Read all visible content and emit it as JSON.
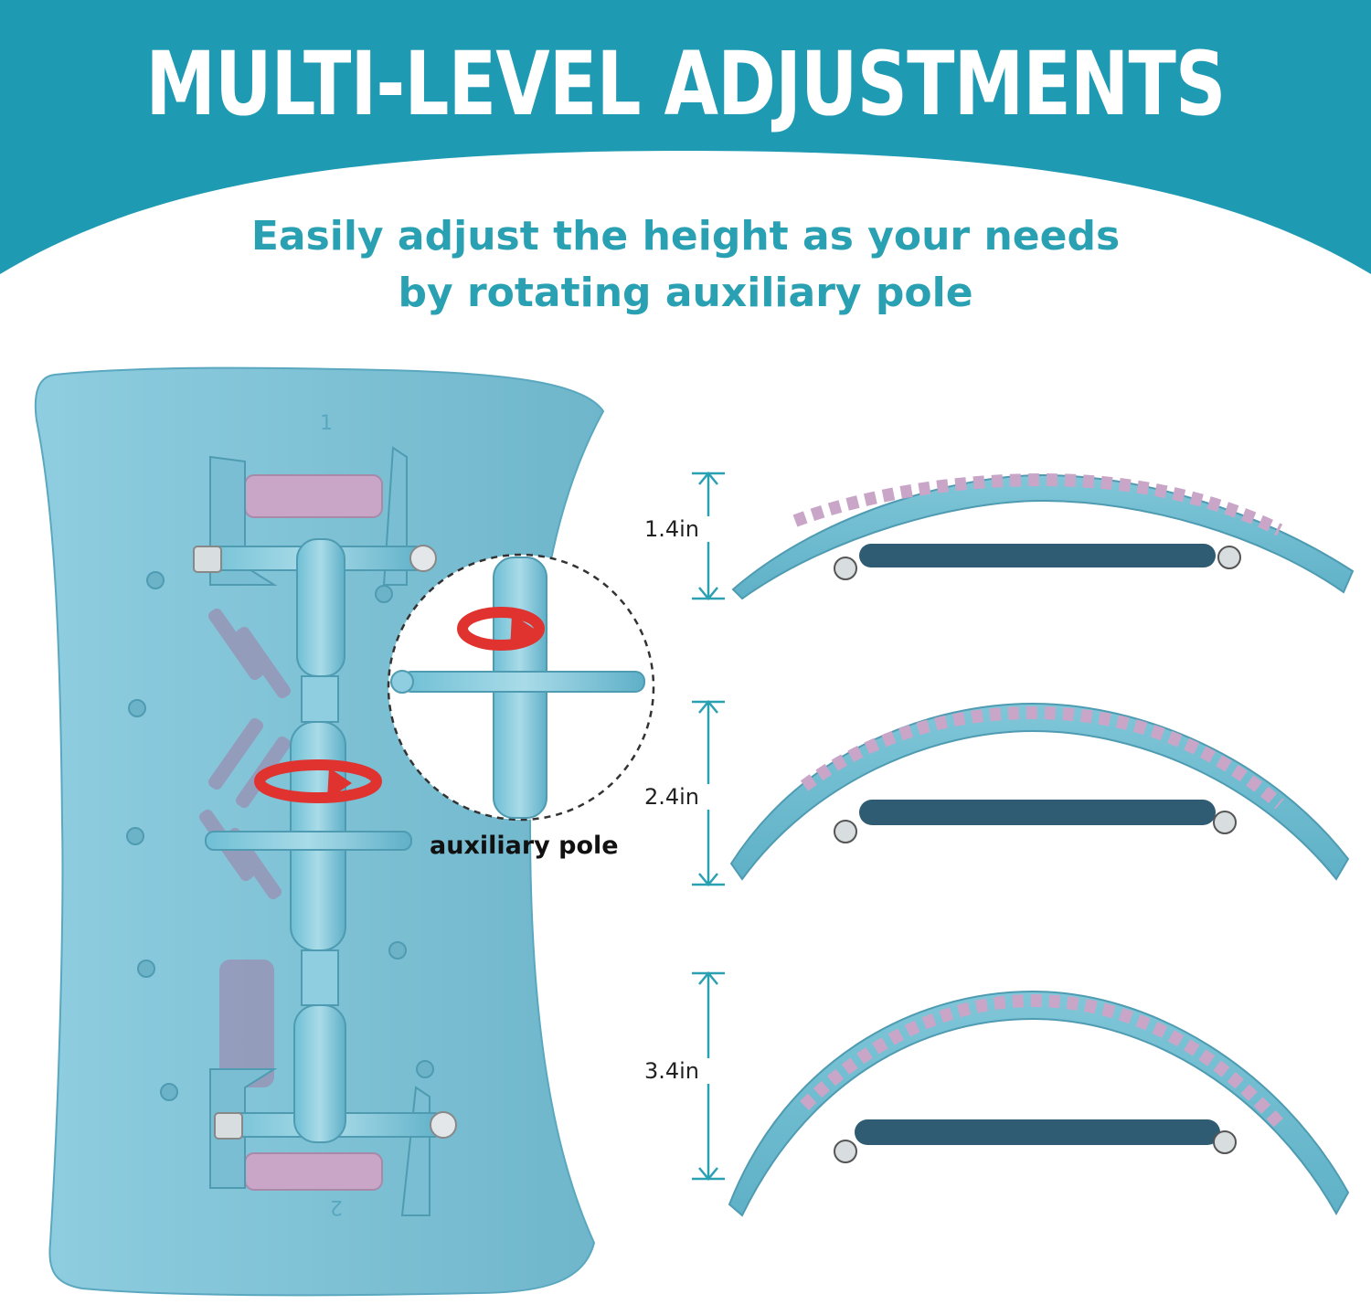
{
  "header": {
    "title": "MULTI-LEVEL ADJUSTMENTS",
    "subtitle_line1": "Easily adjust the height as your needs",
    "subtitle_line2": "by rotating auxiliary pole"
  },
  "callout": {
    "label": "auxiliary pole"
  },
  "heights": [
    {
      "label": "1.4in"
    },
    {
      "label": "2.4in"
    },
    {
      "label": "3.4in"
    }
  ],
  "board_marks": {
    "top": "1",
    "bottom": "2"
  },
  "colors": {
    "header_teal": "#1f9ab3",
    "text_teal": "#2aa0b3",
    "board_blue": "#7fc3d6",
    "rod_dark": "#2f5c72",
    "pad_pink": "#c9a6c8",
    "arrow_red": "#e0322f"
  }
}
